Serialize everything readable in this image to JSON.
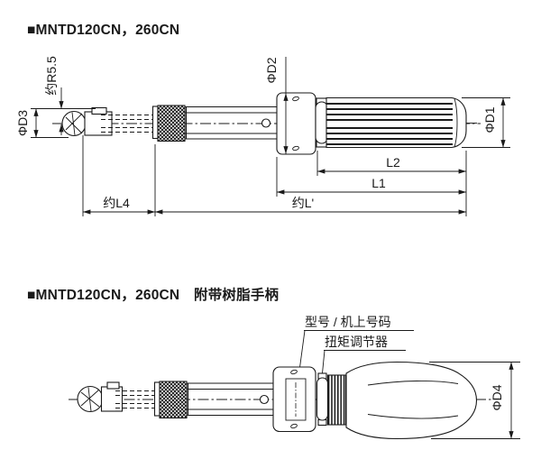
{
  "colors": {
    "line": "#1a1a1a",
    "background": "#ffffff"
  },
  "section_top": {
    "title": "■MNTD120CN，260CN",
    "dim_labels": {
      "radius_tip": "约R5.5",
      "dia_bit": "ΦD3",
      "dia_body": "ΦD2",
      "dia_handle": "ΦD1",
      "len_l2": "L2",
      "len_l1": "L1",
      "len_bit": "约L4",
      "len_overall": "约L'"
    }
  },
  "section_bottom": {
    "title": "■MNTD120CN，260CN　附带树脂手柄",
    "callouts": {
      "model_plate": "型号 / 机上号码",
      "torque_adjuster": "扭矩调节器"
    },
    "dim_labels": {
      "dia_resin_handle": "ΦD4"
    }
  }
}
